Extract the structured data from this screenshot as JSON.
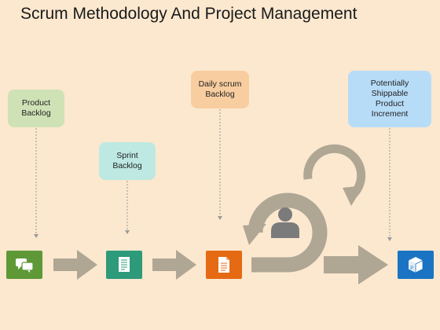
{
  "title": "Scrum Methodology And Project Management",
  "steps": [
    {
      "label": "Product Backlog",
      "box_color": "#cfe2b6",
      "icon": "chat-bubbles-icon",
      "icon_color": "#5e9837"
    },
    {
      "label": "Sprint Backlog",
      "box_color": "#bde9e2",
      "icon": "document-icon",
      "icon_color": "#2d9a7a"
    },
    {
      "label": "Daily scrum Backlog",
      "box_color": "#f8cd9f",
      "icon": "page-icon",
      "icon_color": "#e56a13"
    },
    {
      "label": "Potentially Shippable Product Increment",
      "box_color": "#b7dcf8",
      "icon": "package-cube-icon",
      "icon_color": "#1a74c3"
    }
  ],
  "colors": {
    "arrow": "#b0a694",
    "connector": "#9a9a9a",
    "person": "#7b7b7b"
  }
}
